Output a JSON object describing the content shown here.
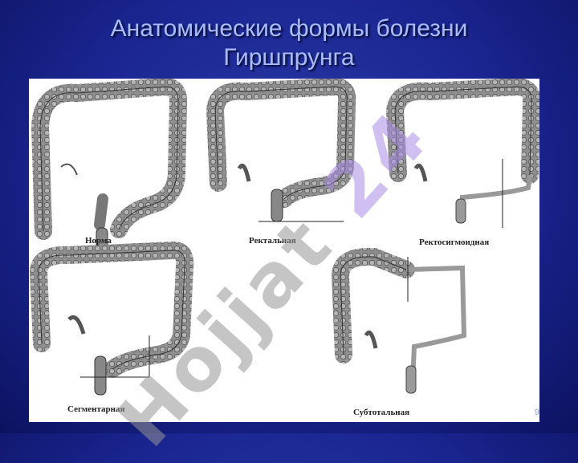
{
  "title": {
    "line1": "Анатомические формы болезни",
    "line2": "Гиршпрунга"
  },
  "panels": [
    {
      "id": "norma",
      "label": "Норма"
    },
    {
      "id": "rectal",
      "label": "Ректальная"
    },
    {
      "id": "rectosigmoid",
      "label": "Ректосигмоидная"
    },
    {
      "id": "segmental",
      "label": "Сегментарная"
    },
    {
      "id": "subtotal",
      "label": "Субтотальная"
    }
  ],
  "watermark": {
    "text": "Hojjat ",
    "accent": "24"
  },
  "page_number": "9",
  "colors": {
    "title": "#a9bcff",
    "background": "#1a2590",
    "colon": "#9a9a9a"
  }
}
